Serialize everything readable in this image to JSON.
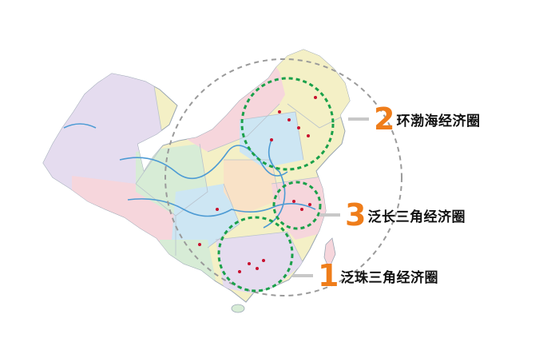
{
  "regions": [
    {
      "number": "2",
      "name": "环渤海经济圈"
    },
    {
      "number": "3",
      "name": "泛长三角经济圈"
    },
    {
      "number": "1",
      "name": "泛珠三角经济圈"
    }
  ],
  "colors": {
    "accent_number": "#ef7d1a",
    "circle_dashed": "#1aa14a",
    "outer_circle": "#9a9a9a",
    "river": "#4d9bd4",
    "province_palette": [
      "#f6d6dc",
      "#f4f0c6",
      "#d7ecd6",
      "#e5dcef",
      "#cde6f3",
      "#f9e2c7"
    ]
  },
  "icons": [
    "city-dot-icon"
  ]
}
